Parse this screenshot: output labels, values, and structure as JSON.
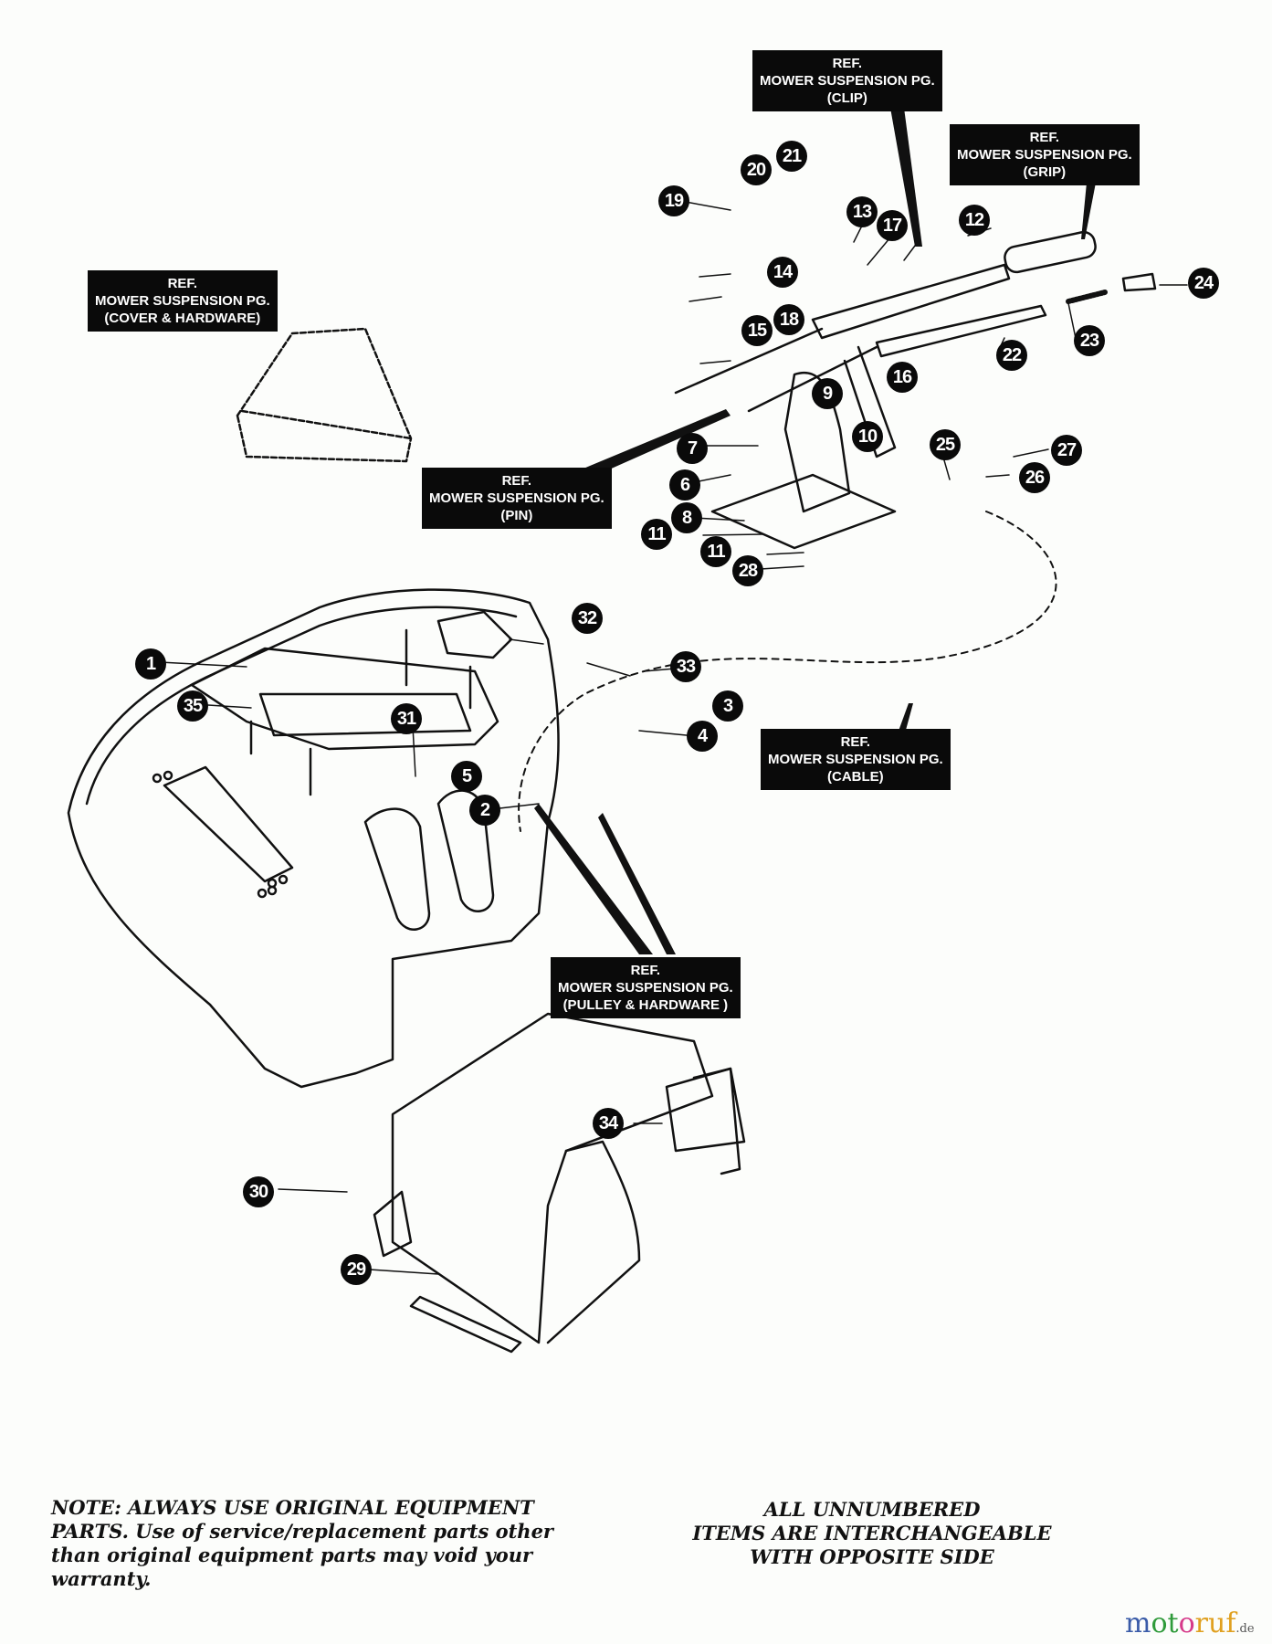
{
  "diagram": {
    "title": "Mower parts diagram - fender, lift lever and bracket assembly",
    "callouts": [
      "1",
      "2",
      "3",
      "4",
      "5",
      "6",
      "7",
      "8",
      "9",
      "10",
      "11",
      "11",
      "12",
      "13",
      "14",
      "15",
      "16",
      "17",
      "18",
      "19",
      "20",
      "21",
      "22",
      "23",
      "24",
      "25",
      "26",
      "27",
      "28",
      "29",
      "30",
      "31",
      "32",
      "33",
      "34",
      "35"
    ],
    "reference_boxes": {
      "clip": {
        "line1": "REF.",
        "line2": "MOWER SUSPENSION PG.",
        "line3": "(CLIP)"
      },
      "grip": {
        "line1": "REF.",
        "line2": "MOWER SUSPENSION PG.",
        "line3": "(GRIP)"
      },
      "cover": {
        "line1": "REF.",
        "line2": "MOWER SUSPENSION PG.",
        "line3": "(COVER & HARDWARE)"
      },
      "pin": {
        "line1": "REF.",
        "line2": "MOWER SUSPENSION PG.",
        "line3": "(PIN)"
      },
      "cable": {
        "line1": "REF.",
        "line2": "MOWER SUSPENSION PG.",
        "line3": "(CABLE)"
      },
      "pulley": {
        "line1": "REF.",
        "line2": "MOWER SUSPENSION PG.",
        "line3": "(PULLEY & HARDWARE )"
      }
    }
  },
  "notes": {
    "warranty": {
      "line1": "NOTE: ALWAYS USE ORIGINAL EQUIPMENT",
      "line2": "PARTS. Use of service/replacement parts other",
      "line3": "than original equipment parts may void your",
      "line4": "warranty."
    },
    "interchangeable": {
      "line1": "ALL UNNUMBERED",
      "line2": "ITEMS ARE INTERCHANGEABLE",
      "line3": "WITH OPPOSITE SIDE"
    }
  },
  "watermark": {
    "letters": [
      "m",
      "o",
      "t",
      "o",
      "r",
      "u",
      "f"
    ],
    "colors": [
      "#3a5ba8",
      "#2f9a3a",
      "#2f9a3a",
      "#d63a8a",
      "#e0a020",
      "#e0a020",
      "#e0a020"
    ],
    "tld": ".de"
  }
}
